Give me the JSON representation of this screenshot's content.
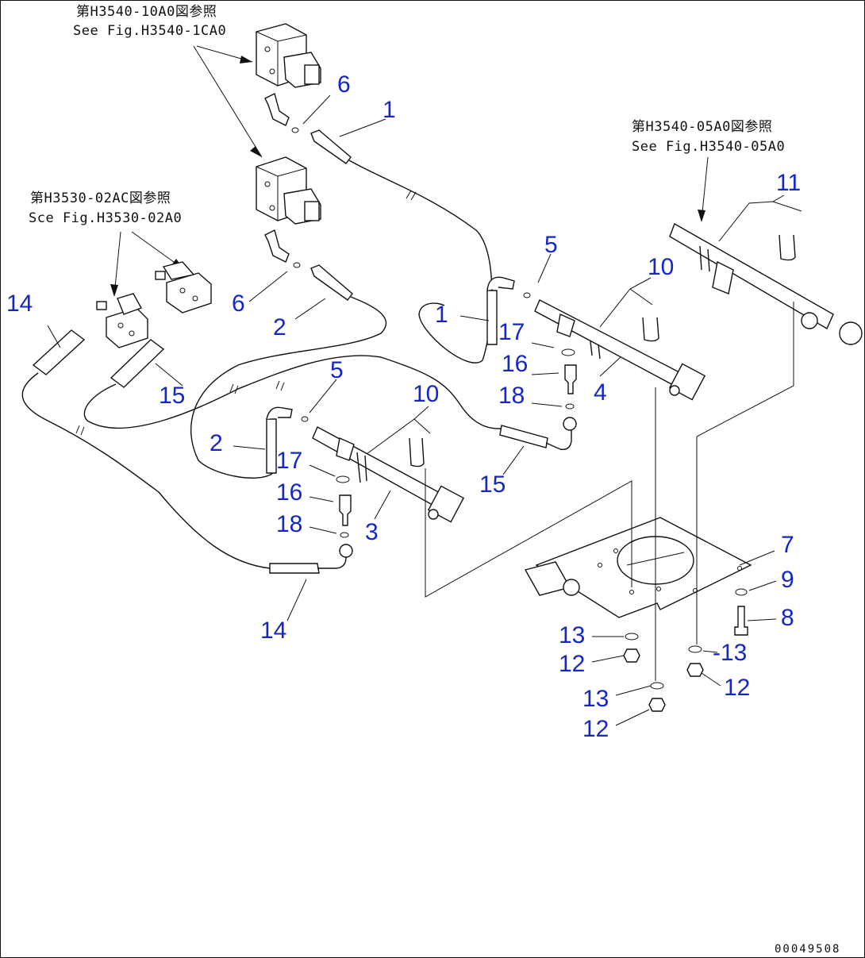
{
  "references": {
    "top_jp": "第H3540-10A0図参照",
    "top_en": "See Fig.H3540-1CA0",
    "left_jp": "第H3530-02AC図参照",
    "left_en": "Sce Fig.H3530-02A0",
    "right_jp": "第H3540-05A0図参照",
    "right_en": "See Fig.H3540-05A0"
  },
  "labels": {
    "n1a": "1",
    "n1b": "1",
    "n2a": "2",
    "n2b": "2",
    "n3": "3",
    "n4": "4",
    "n5a": "5",
    "n5b": "5",
    "n6a": "6",
    "n6b": "6",
    "n7": "7",
    "n8": "8",
    "n9": "9",
    "n10a": "10",
    "n10b": "10",
    "n11": "11",
    "n12a": "12",
    "n12b": "12",
    "n12c": "12",
    "n13a": "13",
    "n13b": "-13",
    "n13c": "13",
    "n14a": "14",
    "n14b": "14",
    "n15a": "15",
    "n15b": "15",
    "n16a": "16",
    "n16b": "16",
    "n17a": "17",
    "n17b": "17",
    "n18a": "18",
    "n18b": "18"
  },
  "drawing_code": "00049508",
  "colors": {
    "callout": "#1426c8",
    "line": "#111111"
  }
}
